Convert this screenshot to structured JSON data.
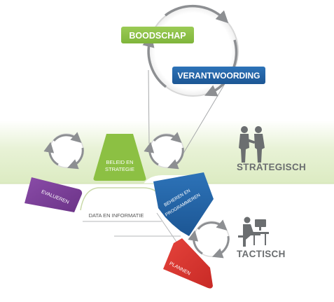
{
  "diagram": {
    "boodschap": "BOODSCHAP",
    "verantwoording": "VERANTWOORDING",
    "beleid_line1": "BELEID EN",
    "beleid_line2": "STRATEGIE",
    "evalueren": "EVALUEREN",
    "beheren_line1": "BEHEREN EN",
    "beheren_line2": "PROGRAMMEREN",
    "data_info": "DATA EN INFORMATIE",
    "plannen": "PLANNEN",
    "strategisch": "STRATEGISCH",
    "tactisch": "TACTISCH"
  },
  "colors": {
    "green": "#8cc043",
    "blue": "#2263a5",
    "purple": "#7a3f98",
    "red": "#d9312d",
    "band": "#e4f0cd",
    "cycle_gray": "#8d8f92",
    "label_gray": "#6b6e70"
  },
  "icons": [
    "handshake-icon",
    "desk-worker-icon"
  ]
}
